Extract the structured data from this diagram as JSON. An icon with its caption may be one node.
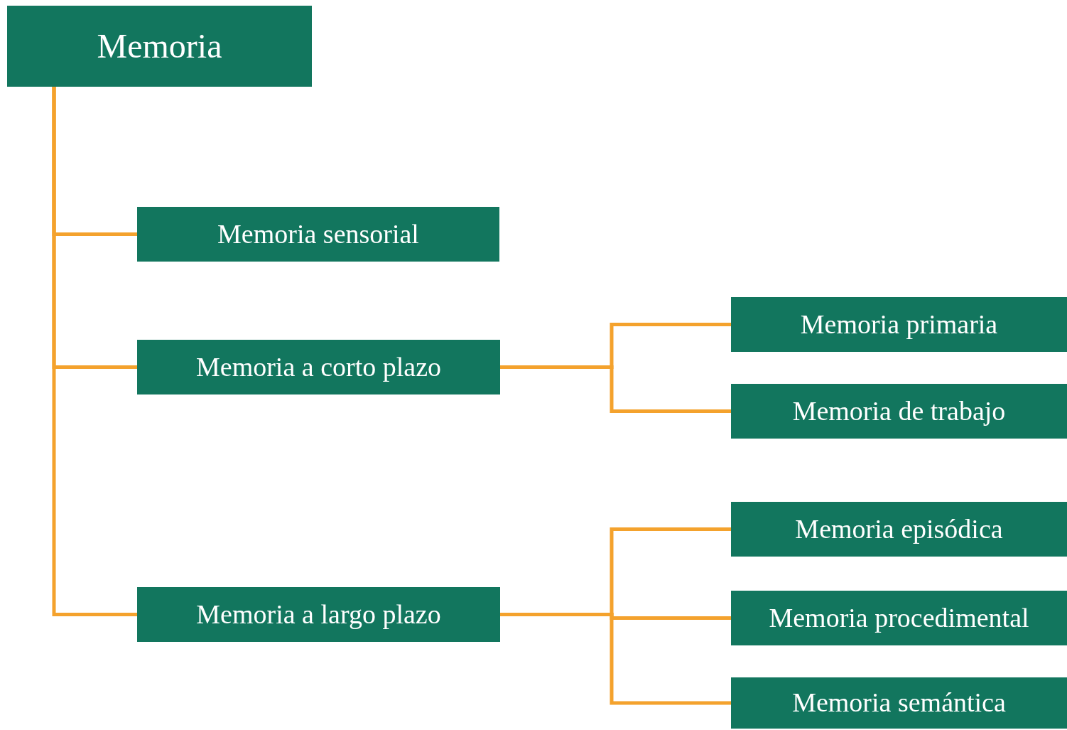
{
  "diagram": {
    "nodes": [
      {
        "text": [
          "Memoria"
        ]
      },
      {
        "text": [
          "Memoria sensorial"
        ]
      },
      {
        "text": [
          "Memoria a corto plazo"
        ]
      },
      {
        "text": [
          "Memoria a largo plazo"
        ]
      },
      {
        "text": [
          "Memoria primaria"
        ]
      },
      {
        "text": [
          "Memoria de trabajo"
        ]
      },
      {
        "text": [
          "Memoria episódica"
        ]
      },
      {
        "text": [
          "Memoria procedimental"
        ]
      },
      {
        "text": [
          "Memoria semántica"
        ]
      }
    ],
    "edges": [
      {
        "from": 0,
        "to": 1,
        "arrow": "none"
      },
      {
        "from": 0,
        "to": 2,
        "arrow": "none"
      },
      {
        "from": 0,
        "to": 3,
        "arrow": "none"
      },
      {
        "from": 2,
        "to": 4,
        "arrow": "none"
      },
      {
        "from": 2,
        "to": 5,
        "arrow": "none"
      },
      {
        "from": 3,
        "to": 6,
        "arrow": "none"
      },
      {
        "from": 3,
        "to": 7,
        "arrow": "none"
      },
      {
        "from": 3,
        "to": 8,
        "arrow": "none"
      }
    ]
  }
}
